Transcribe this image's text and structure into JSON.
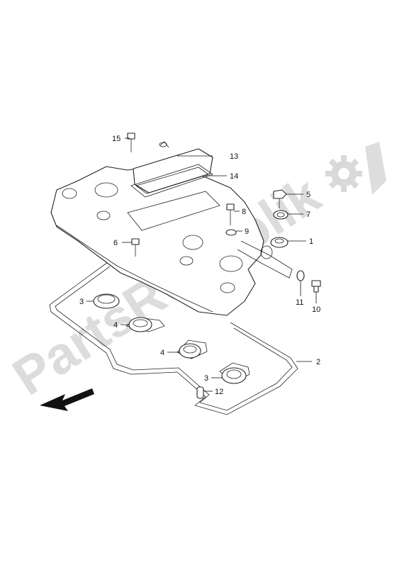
{
  "watermark": {
    "text": "PartsRepublik",
    "color": "#d9d9d9"
  },
  "arrow": {
    "icon": "front-direction-arrow-icon"
  },
  "callouts": [
    {
      "id": "c15",
      "number": "15"
    },
    {
      "id": "c13",
      "number": "13"
    },
    {
      "id": "c14",
      "number": "14"
    },
    {
      "id": "c5",
      "number": "5"
    },
    {
      "id": "c7",
      "number": "7"
    },
    {
      "id": "c8",
      "number": "8"
    },
    {
      "id": "c9",
      "number": "9"
    },
    {
      "id": "c1",
      "number": "1"
    },
    {
      "id": "c6",
      "number": "6"
    },
    {
      "id": "c11",
      "number": "11"
    },
    {
      "id": "c10",
      "number": "10"
    },
    {
      "id": "c3a",
      "number": "3"
    },
    {
      "id": "c4a",
      "number": "4"
    },
    {
      "id": "c4b",
      "number": "4"
    },
    {
      "id": "c3b",
      "number": "3"
    },
    {
      "id": "c2",
      "number": "2"
    },
    {
      "id": "c12",
      "number": "12"
    }
  ]
}
